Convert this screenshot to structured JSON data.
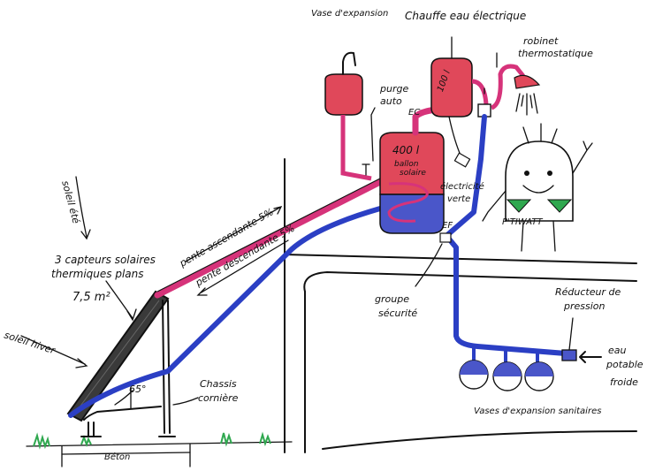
{
  "labels": {
    "vase_expansion": "Vase d'expansion",
    "chauffe_eau": "Chauffe eau électrique",
    "robinet": "robinet",
    "thermostatique": "thermostatique",
    "purge": "purge",
    "auto": "auto",
    "ec": "EC",
    "tank_volume": "400 l",
    "ballon_1": "ballon",
    "ballon_2": "solaire",
    "heater_volume": "100 l",
    "electricite_1": "électricité",
    "electricite_2": "verte",
    "ef": "EF",
    "mascot": "P'TIWATT",
    "soleil_ete": "soleil été",
    "capteurs_1": "3 capteurs solaires",
    "capteurs_2": "thermiques plans",
    "surface": "7,5 m²",
    "soleil_hiver": "soleil hiver",
    "pente_asc": "pente ascendante 5%",
    "pente_desc": "pente descendante 5%",
    "groupe_1": "groupe",
    "groupe_2": "sécurité",
    "angle": "65°",
    "chassis_1": "Chassis",
    "chassis_2": "cornière",
    "beton": "Béton",
    "reducteur_1": "Réducteur de",
    "reducteur_2": "pression",
    "eau_1": "eau",
    "eau_2": "potable",
    "eau_3": "froide",
    "vases_sanitaires": "Vases d'expansion sanitaires"
  },
  "colors": {
    "hot": "#d6337a",
    "cold": "#2b3fc4",
    "tank_red": "#e0485a",
    "tank_blue": "#4a56c9",
    "green": "#2fa84f",
    "panel": "#3a3a3a"
  }
}
